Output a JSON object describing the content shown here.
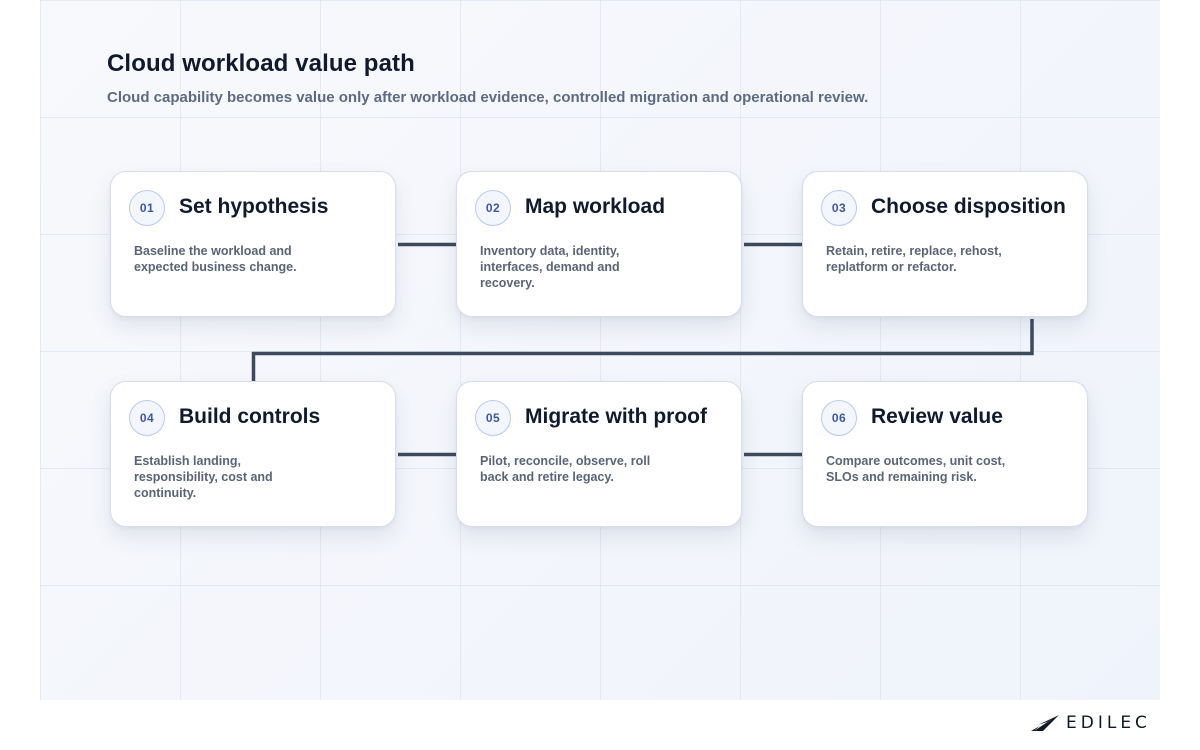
{
  "header": {
    "title": "Cloud workload value path",
    "subtitle": "Cloud capability becomes value only after workload evidence, controlled migration and operational review."
  },
  "steps": [
    {
      "number": "01",
      "title": "Set hypothesis",
      "description": "Baseline the workload and expected business change."
    },
    {
      "number": "02",
      "title": "Map workload",
      "description": "Inventory data, identity, interfaces, demand and recovery."
    },
    {
      "number": "03",
      "title": "Choose disposition",
      "description": "Retain, retire, replace, rehost, replatform or refactor."
    },
    {
      "number": "04",
      "title": "Build controls",
      "description": "Establish landing, responsibility, cost and continuity."
    },
    {
      "number": "05",
      "title": "Migrate with proof",
      "description": "Pilot, reconcile, observe, roll back and retire legacy."
    },
    {
      "number": "06",
      "title": "Review value",
      "description": "Compare outcomes, unit cost, SLOs and remaining risk."
    }
  ],
  "brand": {
    "name": "EDILEC",
    "logo_icon": "paper-plane-icon"
  },
  "colors": {
    "connector": "#3d4a5e",
    "badge_text": "#3c57a4",
    "badge_border": "#b9c8ef",
    "title_text": "#101a2e",
    "description_text": "#5a6477"
  }
}
